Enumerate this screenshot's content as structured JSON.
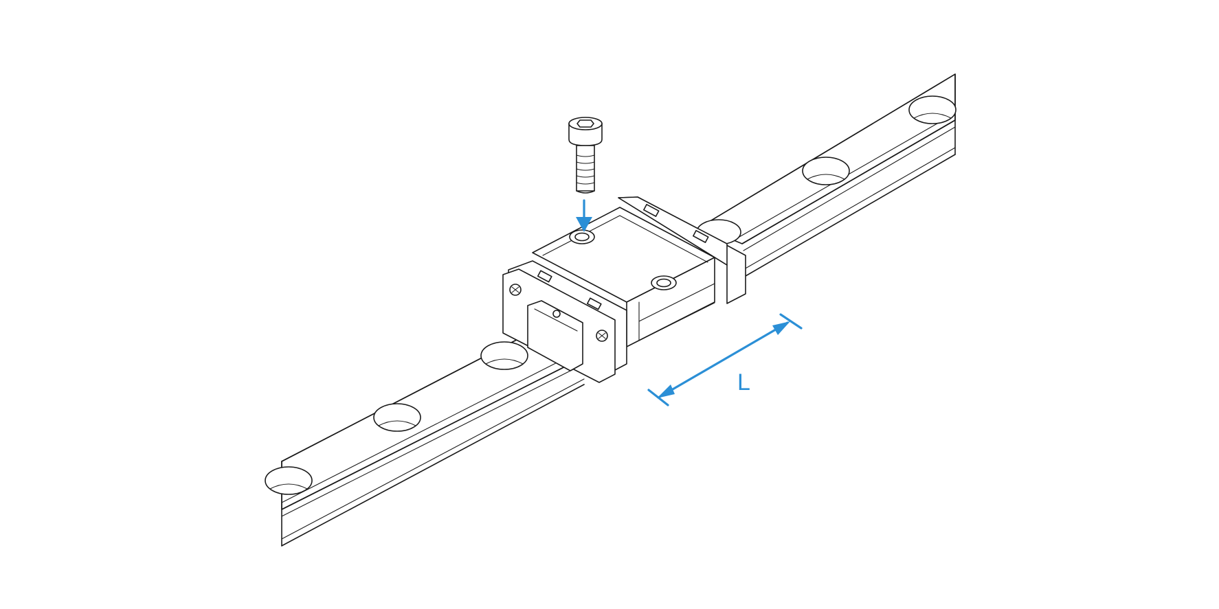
{
  "diagram": {
    "dimension_label": "L",
    "accent_color": "#2b8fd6",
    "line_color": "#1a1a1a",
    "components": {
      "rail": "linear-guide-rail",
      "carriage": "carriage-block",
      "screw": "socket-head-cap-screw",
      "insert_arrow": "arrow-down-icon",
      "length_dimension": "dimension-arrow-icon"
    }
  }
}
